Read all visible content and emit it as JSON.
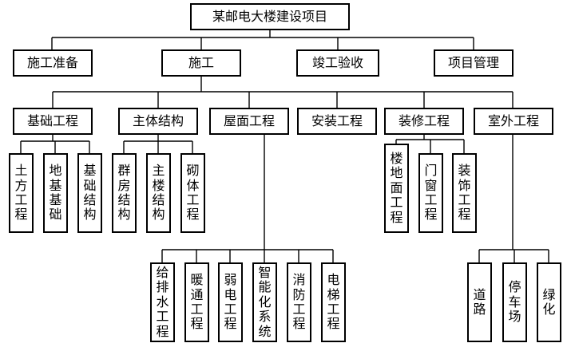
{
  "root": "某邮电大楼建设项目",
  "phases": [
    "施工准备",
    "施工",
    "竣工验收",
    "项目管理"
  ],
  "works": [
    "基础工程",
    "主体结构",
    "屋面工程",
    "安装工程",
    "装修工程",
    "室外工程"
  ],
  "foundation": [
    "土方工程",
    "地基基础",
    "基础结构"
  ],
  "structure": [
    "群房结构",
    "主楼结构",
    "砌体工程"
  ],
  "roof": [
    "给排水工程",
    "暖通工程",
    "弱电工程",
    "智能化系统",
    "消防工程",
    "电梯工程"
  ],
  "decoration": [
    "楼地面工程",
    "门窗工程",
    "装饰工程"
  ],
  "outdoor": [
    "道路",
    "停车场",
    "绿化"
  ]
}
